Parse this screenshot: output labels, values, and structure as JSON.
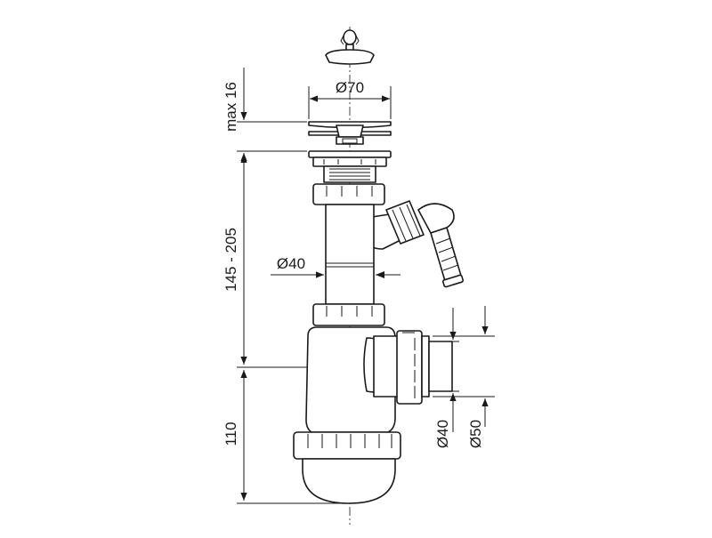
{
  "diagram": {
    "dimensions": {
      "top_diameter": "Ø70",
      "max_flange": "max 16",
      "pipe_length": "145 - 205",
      "pipe_diameter": "Ø40",
      "bottle_height": "110",
      "outlet_inner_diameter": "Ø40",
      "outlet_outer_diameter": "Ø50"
    },
    "colors": {
      "stroke": "#1a1a1a",
      "background": "#ffffff"
    }
  }
}
